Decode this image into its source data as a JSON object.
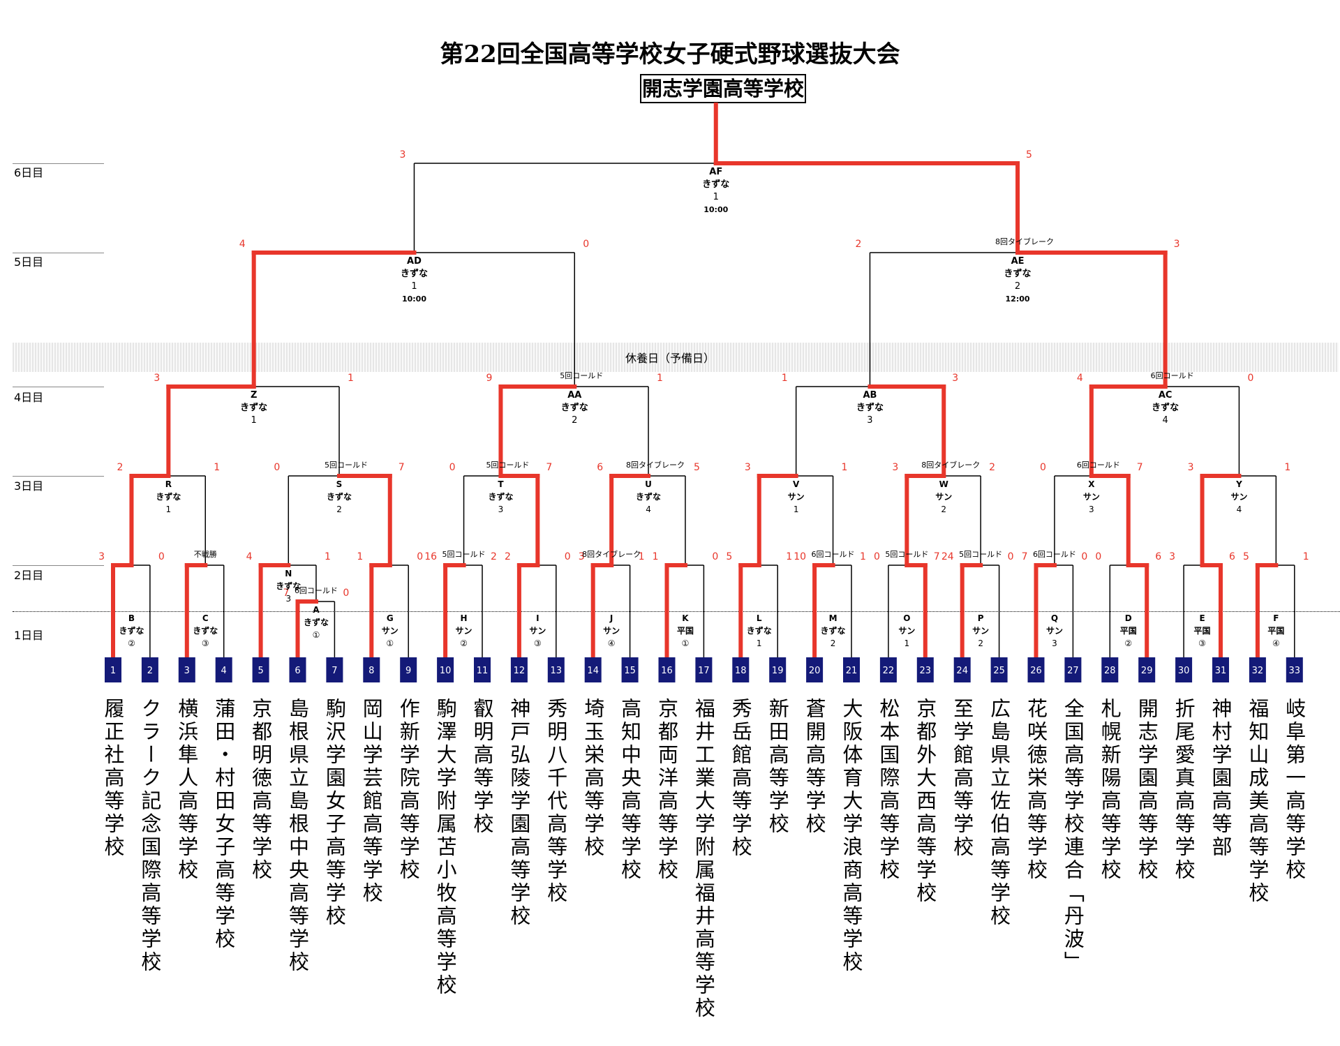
{
  "title": "第22回全国高等学校女子硬式野球選抜大会",
  "champion": "開志学園高等学校",
  "rest_day": "休養日（予備日）",
  "day_labels": [
    "6日目",
    "5日目",
    "4日目",
    "3日目",
    "2日目",
    "1日目"
  ],
  "colors": {
    "winner_path": "#e8362b",
    "score": "#e8362b",
    "seed_box": "#141a78",
    "line": "#000000"
  },
  "teams": [
    "履正社高等学校",
    "クラーク記念国際高等学校",
    "横浜隼人高等学校",
    "蒲田・村田女子高等学校",
    "京都明徳高等学校",
    "島根県立島根中央高等学校",
    "駒沢学園女子高等学校",
    "岡山学芸館高等学校",
    "作新学院高等学校",
    "駒澤大学附属苫小牧高等学校",
    "叡明高等学校",
    "神戸弘陵学園高等学校",
    "秀明八千代高等学校",
    "埼玉栄高等学校",
    "高知中央高等学校",
    "京都両洋高等学校",
    "福井工業大学附属福井高等学校",
    "秀岳館高等学校",
    "新田高等学校",
    "蒼開高等学校",
    "大阪体育大学浪商高等学校",
    "松本国際高等学校",
    "京都外大西高等学校",
    "至学館高等学校",
    "広島県立佐伯高等学校",
    "花咲徳栄高等学校",
    "全国高等学校連合「丹波」",
    "札幌新陽高等学校",
    "開志学園高等学校",
    "折尾愛真高等学校",
    "神村学園高等部",
    "福知山成美高等学校",
    "岐阜第一高等学校"
  ],
  "matches": [
    {
      "id": "A",
      "venue": "きずな",
      "no": "①",
      "left": "7",
      "right": "0",
      "note": "6回コールド"
    },
    {
      "id": "B",
      "venue": "きずな",
      "no": "②",
      "left": "3",
      "right": "0",
      "note": ""
    },
    {
      "id": "C",
      "venue": "きずな",
      "no": "③",
      "left": "",
      "right": "",
      "note": "不戦勝"
    },
    {
      "id": "D",
      "venue": "平国",
      "no": "②",
      "left": "0",
      "right": "6",
      "note": ""
    },
    {
      "id": "E",
      "venue": "平国",
      "no": "③",
      "left": "3",
      "right": "6",
      "note": ""
    },
    {
      "id": "F",
      "venue": "平国",
      "no": "④",
      "left": "5",
      "right": "1",
      "note": ""
    },
    {
      "id": "G",
      "venue": "サン",
      "no": "①",
      "left": "1",
      "right": "0",
      "note": ""
    },
    {
      "id": "H",
      "venue": "サン",
      "no": "②",
      "left": "16",
      "right": "2",
      "note": "5回コールド"
    },
    {
      "id": "I",
      "venue": "サン",
      "no": "③",
      "left": "2",
      "right": "0",
      "note": ""
    },
    {
      "id": "J",
      "venue": "サン",
      "no": "④",
      "left": "3",
      "right": "1",
      "note": "8回タイブレーク"
    },
    {
      "id": "K",
      "venue": "平国",
      "no": "①",
      "left": "1",
      "right": "0",
      "note": ""
    },
    {
      "id": "L",
      "venue": "きずな",
      "no": "1",
      "left": "5",
      "right": "1",
      "note": ""
    },
    {
      "id": "M",
      "venue": "きずな",
      "no": "2",
      "left": "10",
      "right": "1",
      "note": "6回コールド"
    },
    {
      "id": "N",
      "venue": "きずな",
      "no": "3",
      "left": "4",
      "right": "1",
      "note": ""
    },
    {
      "id": "O",
      "venue": "サン",
      "no": "1",
      "left": "0",
      "right": "7",
      "note": "5回コールド"
    },
    {
      "id": "P",
      "venue": "サン",
      "no": "2",
      "left": "24",
      "right": "0",
      "note": "5回コールド"
    },
    {
      "id": "Q",
      "venue": "サン",
      "no": "3",
      "left": "7",
      "right": "0",
      "note": "6回コールド"
    },
    {
      "id": "R",
      "venue": "きずな",
      "no": "1",
      "left": "2",
      "right": "1",
      "note": ""
    },
    {
      "id": "S",
      "venue": "きずな",
      "no": "2",
      "left": "0",
      "right": "7",
      "note": "5回コールド"
    },
    {
      "id": "T",
      "venue": "きずな",
      "no": "3",
      "left": "0",
      "right": "7",
      "note": "5回コールド"
    },
    {
      "id": "U",
      "venue": "きずな",
      "no": "4",
      "left": "6",
      "right": "5",
      "note": "8回タイブレーク"
    },
    {
      "id": "V",
      "venue": "サン",
      "no": "1",
      "left": "3",
      "right": "1",
      "note": ""
    },
    {
      "id": "W",
      "venue": "サン",
      "no": "2",
      "left": "3",
      "right": "2",
      "note": "8回タイブレーク"
    },
    {
      "id": "X",
      "venue": "サン",
      "no": "3",
      "left": "0",
      "right": "7",
      "note": "6回コールド"
    },
    {
      "id": "Y",
      "venue": "サン",
      "no": "4",
      "left": "3",
      "right": "1",
      "note": ""
    },
    {
      "id": "Z",
      "venue": "きずな",
      "no": "1",
      "left": "3",
      "right": "1",
      "note": ""
    },
    {
      "id": "AA",
      "venue": "きずな",
      "no": "2",
      "left": "9",
      "right": "1",
      "note": "5回コールド"
    },
    {
      "id": "AB",
      "venue": "きずな",
      "no": "3",
      "left": "1",
      "right": "3",
      "note": ""
    },
    {
      "id": "AC",
      "venue": "きずな",
      "no": "4",
      "left": "4",
      "right": "0",
      "note": "6回コールド"
    },
    {
      "id": "AD",
      "venue": "きずな",
      "no": "1",
      "time": "10:00",
      "left": "4",
      "right": "0",
      "note": ""
    },
    {
      "id": "AE",
      "venue": "きずな",
      "no": "2",
      "time": "12:00",
      "left": "2",
      "right": "3",
      "note": "8回タイブレーク"
    },
    {
      "id": "AF",
      "venue": "きずな",
      "no": "1",
      "time": "10:00",
      "left": "3",
      "right": "5",
      "note": ""
    }
  ]
}
